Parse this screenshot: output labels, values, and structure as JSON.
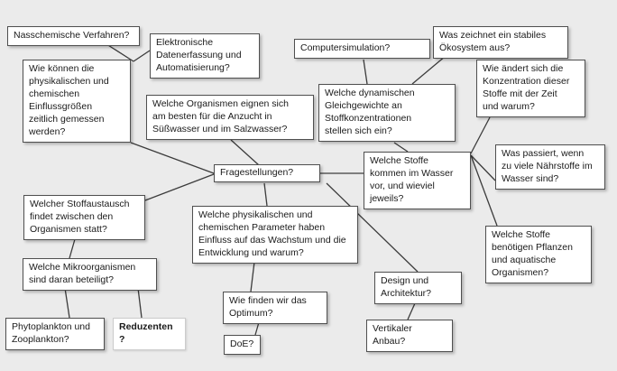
{
  "diagram": {
    "title": "Fragestellungen Mindmap",
    "background_color": "#ebebeb",
    "node_background_color": "#ffffff",
    "node_border_color": "#4f4f4f",
    "line_color": "#3c3c3c",
    "nodes": {
      "nasschemische": {
        "label": "Nasschemische Verfahren?"
      },
      "elektronische": {
        "label": "Elektronische\nDatenerfassung und\nAutomatisierung?"
      },
      "wie_koennen": {
        "label": "Wie können die\nphysikalischen und\nchemischen\nEinflussgrößen\nzeitlich gemessen\nwerden?"
      },
      "welche_organismen": {
        "label": "Welche Organismen eignen sich\nam besten für die Anzucht in\nSüßwasser und im Salzwasser?"
      },
      "computersimulation": {
        "label": "Computersimulation?"
      },
      "was_zeichnet": {
        "label": "Was zeichnet ein stabiles\nÖkosystem aus?"
      },
      "wie_aendert": {
        "label": "Wie ändert sich die\nKonzentration dieser\nStoffe mit der Zeit\nund warum?"
      },
      "welche_dynamischen": {
        "label": "Welche dynamischen\nGleichgewichte an\nStoffkonzentrationen\nstellen sich ein?"
      },
      "fragestellungen": {
        "label": "Fragestellungen?"
      },
      "welche_stoffe_kommen": {
        "label": "Welche Stoffe\nkommen im Wasser\nvor, und wieviel\njeweils?"
      },
      "was_passiert": {
        "label": "Was passiert, wenn\nzu viele Nährstoffe im\nWasser sind?"
      },
      "welche_stoffe_benoetigen": {
        "label": "Welche Stoffe\nbenötigen Pflanzen\nund aquatische\nOrganismen?"
      },
      "welcher_stoffaustausch": {
        "label": "Welcher Stoffaustausch\nfindet zwischen den\nOrganismen statt?"
      },
      "welche_mikroorganismen": {
        "label": "Welche Mikroorganismen\nsind daran beteiligt?"
      },
      "phytoplankton": {
        "label": "Phytoplankton und\nZooplankton?"
      },
      "reduzenten": {
        "label": "Reduzenten ?"
      },
      "welche_physikalischen": {
        "label": "Welche physikalischen und\nchemischen Parameter haben\nEinfluss auf das Wachstum und die\nEntwicklung und warum?"
      },
      "wie_finden": {
        "label": "Wie finden wir das\nOptimum?"
      },
      "doe": {
        "label": "DoE?"
      },
      "design": {
        "label": "Design und\nArchitektur?"
      },
      "vertikaler": {
        "label": "Vertikaler\nAnbau?"
      }
    },
    "edges": [
      {
        "from": "nasschemische",
        "to": "wie_koennen",
        "points": [
          112,
          45,
          148,
          68
        ]
      },
      {
        "from": "elektronische",
        "to": "wie_koennen",
        "points": [
          166,
          56,
          148,
          68
        ]
      },
      {
        "from": "wie_koennen",
        "to": "fragestellungen",
        "points": [
          145,
          158,
          237,
          192
        ]
      },
      {
        "from": "welche_organismen",
        "to": "fragestellungen",
        "points": [
          256,
          155,
          287,
          183
        ]
      },
      {
        "from": "computersimulation",
        "to": "welche_dynamischen",
        "points": [
          403,
          66,
          407,
          93
        ]
      },
      {
        "from": "was_zeichnet",
        "to": "welche_dynamischen",
        "points": [
          494,
          62,
          457,
          93
        ]
      },
      {
        "from": "welche_dynamischen",
        "to": "welche_stoffe_kommen",
        "points": [
          437,
          158,
          452,
          168
        ]
      },
      {
        "from": "fragestellungen",
        "to": "welche_stoffe_kommen",
        "points": [
          355,
          192,
          403,
          192
        ]
      },
      {
        "from": "welche_stoffe_kommen",
        "to": "wie_aendert",
        "points": [
          522,
          170,
          543,
          130
        ]
      },
      {
        "from": "welche_stoffe_kommen",
        "to": "was_passiert",
        "points": [
          522,
          172,
          549,
          200
        ]
      },
      {
        "from": "welche_stoffe_kommen",
        "to": "welche_stoffe_benoetigen",
        "points": [
          522,
          172,
          551,
          250
        ]
      },
      {
        "from": "fragestellungen",
        "to": "welcher_stoffaustausch",
        "points": [
          237,
          193,
          161,
          222
        ]
      },
      {
        "from": "fragestellungen",
        "to": "welche_physikalischen",
        "points": [
          293,
          203,
          296,
          228
        ]
      },
      {
        "from": "fragestellungen",
        "to": "design",
        "points": [
          362,
          203,
          463,
          301
        ]
      },
      {
        "from": "welcher_stoffaustausch",
        "to": "welche_mikroorganismen",
        "points": [
          83,
          265,
          77,
          286
        ]
      },
      {
        "from": "welche_mikroorganismen",
        "to": "phytoplankton",
        "points": [
          72,
          319,
          77,
          352
        ]
      },
      {
        "from": "welche_mikroorganismen",
        "to": "reduzenten",
        "points": [
          153,
          319,
          157,
          352
        ]
      },
      {
        "from": "welche_physikalischen",
        "to": "wie_finden",
        "points": [
          282,
          290,
          278,
          323
        ]
      },
      {
        "from": "wie_finden",
        "to": "doe",
        "points": [
          287,
          357,
          283,
          371
        ]
      },
      {
        "from": "design",
        "to": "vertikaler",
        "points": [
          460,
          336,
          452,
          354
        ]
      }
    ]
  }
}
